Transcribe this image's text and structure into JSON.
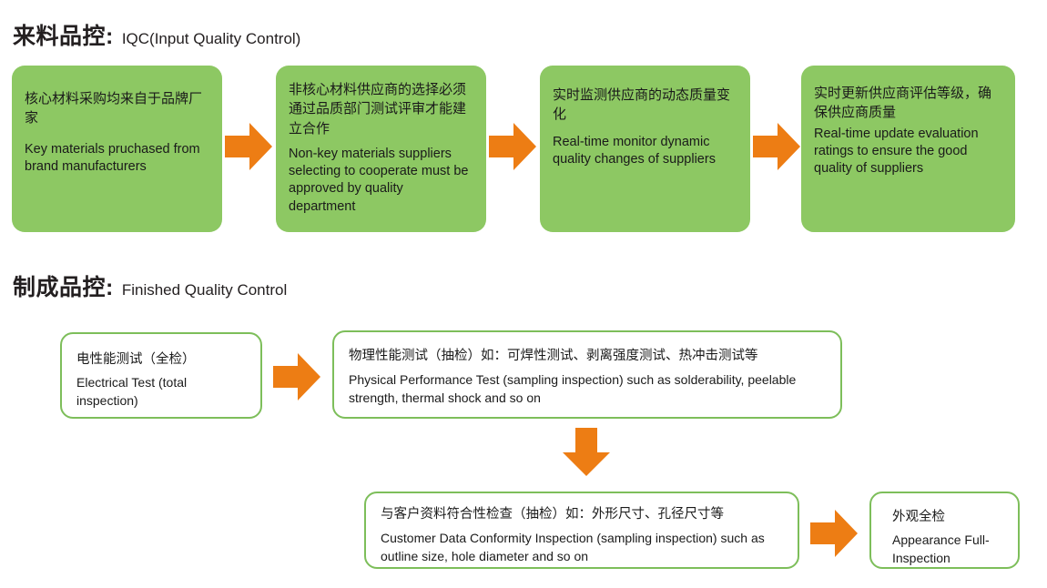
{
  "sections": [
    {
      "id": "iqc",
      "heading_cn": "来料品控:",
      "heading_en": "IQC(Input Quality Control)",
      "boxes": [
        {
          "cn": "核心材料采购均来自于品牌厂家",
          "en": "Key materials pruchased from brand manufacturers"
        },
        {
          "cn": "非核心材料供应商的选择必须通过品质部门测试评审才能建立合作",
          "en": "Non-key materials suppliers selecting to cooperate must be approved by quality department"
        },
        {
          "cn": "实时监测供应商的动态质量变化",
          "en": "Real-time monitor dynamic quality changes of suppliers"
        },
        {
          "cn": "实时更新供应商评估等级，确保供应商质量",
          "en": "Real-time update evaluation ratings to ensure the good quality of suppliers"
        }
      ]
    },
    {
      "id": "fqc",
      "heading_cn": "制成品控:",
      "heading_en": "Finished Quality Control",
      "boxes": [
        {
          "cn": "电性能测试（全检）",
          "en": "Electrical Test (total inspection)"
        },
        {
          "cn": "物理性能测试（抽检）如：可焊性测试、剥离强度测试、热冲击测试等",
          "en": "Physical Performance Test (sampling inspection) such as solderability, peelable strength, thermal shock and so on"
        },
        {
          "cn": "与客户资料符合性检查（抽检）如：外形尺寸、孔径尺寸等",
          "en": "Customer Data Conformity Inspection (sampling inspection) such as outline size, hole diameter and so on"
        },
        {
          "cn": "外观全检",
          "en": "Appearance Full-Inspection"
        }
      ]
    }
  ],
  "arrows": [
    {
      "name": "arrow-right-iqc-1",
      "direction": "right"
    },
    {
      "name": "arrow-right-iqc-2",
      "direction": "right"
    },
    {
      "name": "arrow-right-iqc-3",
      "direction": "right"
    },
    {
      "name": "arrow-right-fqc-1",
      "direction": "right"
    },
    {
      "name": "arrow-down-fqc",
      "direction": "down"
    },
    {
      "name": "arrow-right-fqc-2",
      "direction": "right"
    }
  ],
  "colors": {
    "green_fill": "#8DC863",
    "green_outline": "#7DBE5A",
    "arrow_orange": "#ED7D14",
    "heading_text": "#231f20",
    "body_text": "#1a1a1a",
    "background": "#ffffff"
  }
}
